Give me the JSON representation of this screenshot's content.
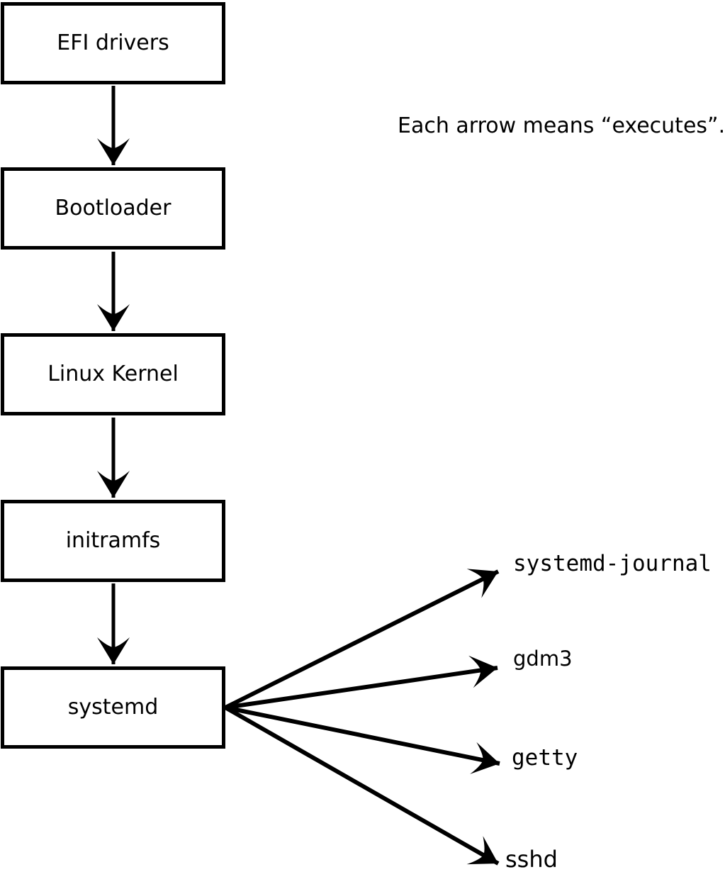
{
  "diagram": {
    "annotation": "Each arrow means “executes”.",
    "arrow_meaning": "executes",
    "chain": [
      {
        "label": "EFI drivers"
      },
      {
        "label": "Bootloader"
      },
      {
        "label": "Linux Kernel"
      },
      {
        "label": "initramfs"
      },
      {
        "label": "systemd"
      }
    ],
    "spawned": [
      {
        "label": "systemd-journal"
      },
      {
        "label": "gdm3"
      },
      {
        "label": "getty"
      },
      {
        "label": "sshd"
      }
    ]
  },
  "colors": {
    "background": "#ffffff",
    "line": "#000000",
    "box_fill": "#ffffff",
    "text": "#000000"
  }
}
